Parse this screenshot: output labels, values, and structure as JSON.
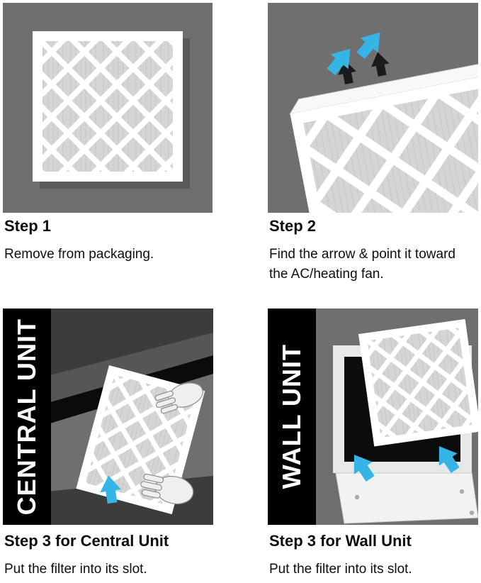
{
  "colors": {
    "panel_bg": "#6f6f6f",
    "banner_bg": "#000000",
    "arrow_blue": "#35b4e5",
    "arrow_black": "#1a1a1a",
    "filter_frame": "#ffffff",
    "filter_media": "#d5d5d5",
    "text": "#0d0d0d"
  },
  "steps": [
    {
      "title": "Step 1",
      "body": "Remove from packaging."
    },
    {
      "title": "Step 2",
      "body": "Find the arrow & point it toward the AC/heating fan."
    },
    {
      "title": "Step 3 for Central Unit",
      "body": "Put the filter into its slot.",
      "banner": "CENTRAL UNIT"
    },
    {
      "title": "Step 3 for Wall Unit",
      "body": "Put the filter into its slot.",
      "banner": "WALL UNIT"
    }
  ]
}
